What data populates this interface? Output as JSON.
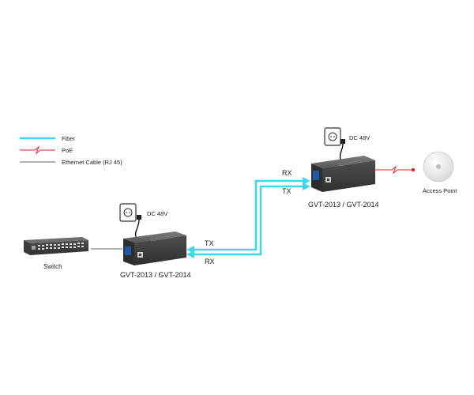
{
  "legend": {
    "fiber": "Fiber",
    "poe": "PoE",
    "ethernet": "Ethernet Cable (RJ 45)"
  },
  "devices": {
    "switch_label": "Switch",
    "converter_left_label": "GVT-2013 / GVT-2014",
    "converter_right_label": "GVT-2013 / GVT-2014",
    "access_point_label": "Access Point"
  },
  "power": {
    "left_label": "DC 48V",
    "right_label": "DC 48V"
  },
  "links": {
    "left_tx": "TX",
    "left_rx": "RX",
    "right_rx": "RX",
    "right_tx": "TX"
  },
  "colors": {
    "fiber": "#40d8e8",
    "poe": "#e02020",
    "ethernet": "#333333",
    "device_body": "#4a4d4d"
  }
}
